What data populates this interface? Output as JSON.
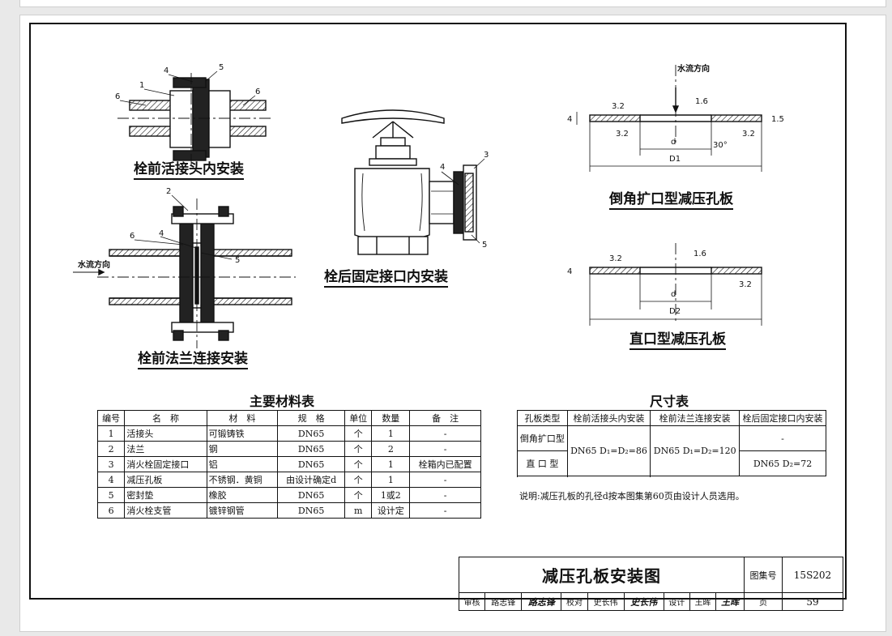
{
  "drawings": {
    "d1": {
      "caption": "栓前活接头内安装",
      "labels": [
        "1",
        "4",
        "5",
        "6",
        "6"
      ]
    },
    "d2": {
      "caption": "栓前法兰连接安装",
      "labels": [
        "2",
        "6",
        "4",
        "5"
      ],
      "flow": "水流方向"
    },
    "d3": {
      "caption": "栓后固定接口内安装",
      "labels": [
        "3",
        "4",
        "5"
      ]
    },
    "d4": {
      "caption": "倒角扩口型减压孔板",
      "flow": "水流方向",
      "labels": [
        "3.2",
        "1.6",
        "3.2",
        "3.2",
        "d",
        "D1",
        "30°",
        "4",
        "1.5"
      ]
    },
    "d5": {
      "caption": "直口型减压孔板",
      "labels": [
        "3.2",
        "1.6",
        "3.2",
        "d",
        "D2",
        "4"
      ]
    }
  },
  "materials": {
    "title": "主要材料表",
    "headers": [
      "编号",
      "名　称",
      "材　料",
      "规　格",
      "单位",
      "数量",
      "备　注"
    ],
    "rows": [
      [
        "1",
        "活接头",
        "可锻铸铁",
        "DN65",
        "个",
        "1",
        "-"
      ],
      [
        "2",
        "法兰",
        "钢",
        "DN65",
        "个",
        "2",
        "-"
      ],
      [
        "3",
        "消火栓固定接口",
        "铝",
        "DN65",
        "个",
        "1",
        "栓箱内已配置"
      ],
      [
        "4",
        "减压孔板",
        "不锈钢．黄铜",
        "由设计确定d",
        "个",
        "1",
        "-"
      ],
      [
        "5",
        "密封垫",
        "橡胶",
        "DN65",
        "个",
        "1或2",
        "-"
      ],
      [
        "6",
        "消火栓支管",
        "镀锌钢管",
        "DN65",
        "m",
        "设计定",
        "-"
      ]
    ]
  },
  "sizes": {
    "title": "尺寸表",
    "headers": [
      "孔板类型",
      "栓前活接头内安装",
      "栓前法兰连接安装",
      "栓后固定接口内安装"
    ],
    "type1": "倒角扩口型",
    "type2": "直 口 型",
    "c1": "DN65 D₁=D₂=86",
    "c2": "DN65 D₁=D₂=120",
    "c3a": "-",
    "c3b": "DN65 D₂=72"
  },
  "note": "说明:减压孔板的孔径d按本图集第60页由设计人员选用。",
  "titleblock": {
    "title": "减压孔板安装图",
    "atlas_label": "图集号",
    "atlas_no": "15S202",
    "page_label": "页",
    "page_no": "59",
    "review": "审核",
    "reviewer": "路志锋",
    "check": "校对",
    "checker": "史长伟",
    "design": "设计",
    "designer": "王晖"
  }
}
